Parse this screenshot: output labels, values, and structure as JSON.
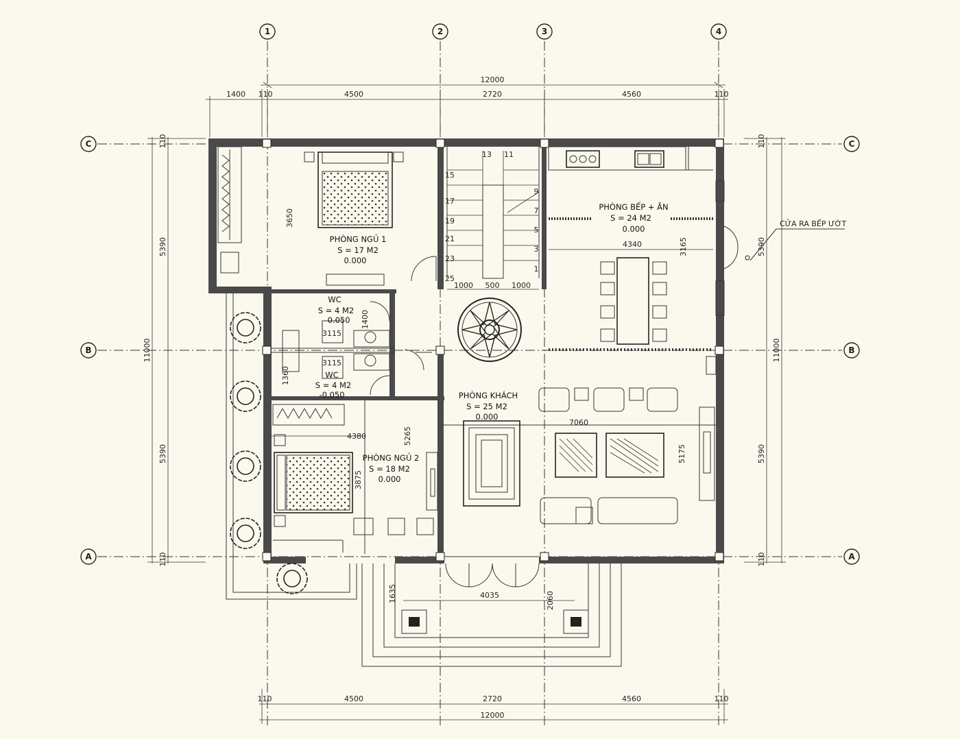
{
  "grid_columns": [
    "1",
    "2",
    "3",
    "4"
  ],
  "grid_rows": [
    "C",
    "B",
    "A"
  ],
  "dimensions": {
    "total_width": "12000",
    "total_height": "11000",
    "top_segments": [
      "1400",
      "110",
      "4500",
      "2720",
      "4560",
      "110"
    ],
    "bottom_segments": [
      "110",
      "4500",
      "2720",
      "4560",
      "110"
    ],
    "left_segments": [
      "110",
      "5390",
      "5390",
      "110"
    ],
    "right_segments": [
      "110",
      "5390",
      "5390",
      "110"
    ],
    "interior": {
      "bed1_height": "3650",
      "stair_segments": [
        "1000",
        "500",
        "1000"
      ],
      "kitchen_width": "4340",
      "kitchen_height": "3165",
      "wc_a": "3115",
      "wc_b": "3115",
      "wc_h1": "1400",
      "wc_h2": "1360",
      "bed2_width": "4380",
      "bed2_height": "5265",
      "bed2_inner": "3875",
      "living_width": "7060",
      "living_height": "5175",
      "porch_width": "4035",
      "porch_d1": "1635",
      "porch_d2": "2060"
    }
  },
  "stair_numbers": [
    "13",
    "11",
    "15",
    "9",
    "17",
    "7",
    "19",
    "5",
    "21",
    "3",
    "23",
    "1",
    "25"
  ],
  "rooms": {
    "bed1": {
      "name": "PHÒNG NGỦ 1",
      "area": "S = 17 M2",
      "level": "0.000"
    },
    "kitchen": {
      "name": "PHÒNG BẾP + ĂN",
      "area": "S = 24 M2",
      "level": "0.000"
    },
    "wc1": {
      "name": "WC",
      "area": "S = 4 M2",
      "level": "-0.050"
    },
    "wc2": {
      "name": "WC",
      "area": "S = 4 M2",
      "level": "-0.050"
    },
    "living": {
      "name": "PHÒNG KHÁCH",
      "area": "S = 25 M2",
      "level": "0.000"
    },
    "bed2": {
      "name": "PHÒNG NGỦ 2",
      "area": "S = 18 M2",
      "level": "0.000"
    }
  },
  "annotations": {
    "wet_kitchen_door": "CỬA RA BẾP ƯỚT"
  },
  "colors": {
    "background": "#fbf9ee",
    "wall": "#4a4a4a",
    "line": "#333333"
  }
}
